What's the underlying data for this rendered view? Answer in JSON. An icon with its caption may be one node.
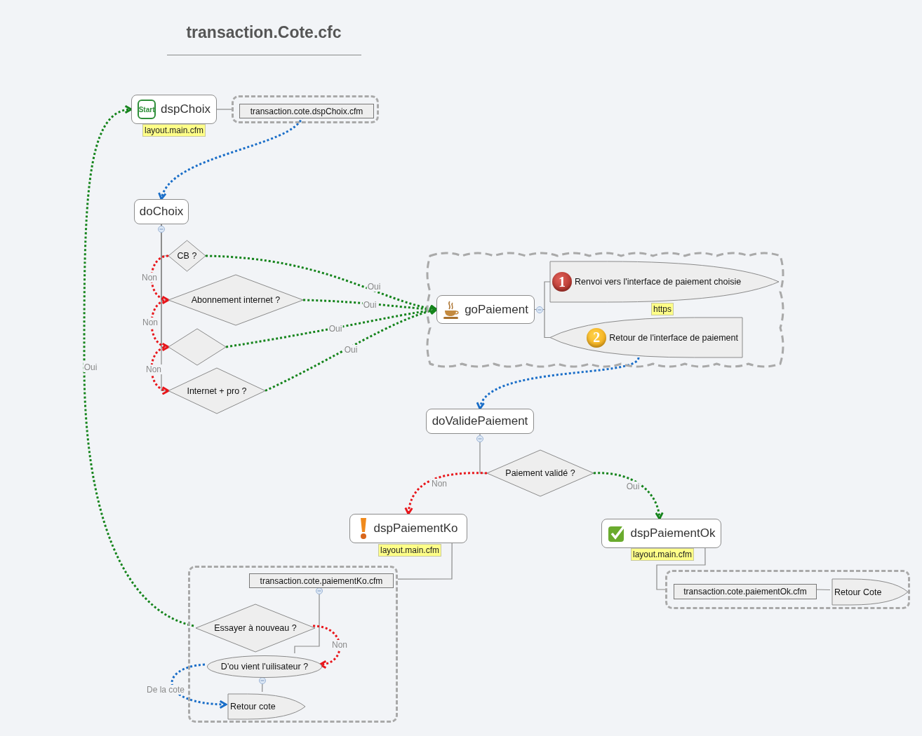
{
  "diagram": {
    "title": "transaction.Cote.cfc",
    "nodes": [
      {
        "text": [
          "Start",
          "dspChoix"
        ],
        "beside": [
          "layout.main.cfm"
        ]
      },
      {
        "text": [],
        "shape": "box"
      },
      {
        "text": [
          "transaction.cote.dspChoix.cfm"
        ],
        "in": 1
      },
      {
        "text": [
          "doChoix"
        ]
      },
      {
        "text": [
          "CB ?"
        ]
      },
      {
        "text": [
          "Abonnement internet ?"
        ]
      },
      {
        "text": [],
        "shape": "diamond"
      },
      {
        "text": [
          "Internet + pro ?"
        ]
      },
      {
        "text": [],
        "shape": "cloud"
      },
      {
        "text": [
          "goPaiement"
        ],
        "in": 8
      },
      {
        "text": [
          "1",
          "Renvoi vers l'interface de paiement choisie"
        ],
        "in": 8,
        "beside": [
          "https"
        ]
      },
      {
        "text": [
          "2",
          "Retour de l'interface de paiement"
        ],
        "in": 8
      },
      {
        "text": [
          "doValidePaiement"
        ]
      },
      {
        "text": [
          "Paiement validé ?"
        ]
      },
      {
        "text": [
          "dspPaiementKo"
        ],
        "beside": [
          "layout.main.cfm"
        ]
      },
      {
        "text": [
          "dspPaiementOk"
        ],
        "beside": [
          "layout.main.cfm"
        ]
      },
      {
        "text": [],
        "shape": "box"
      },
      {
        "text": [
          "transaction.cote.paiementKo.cfm"
        ],
        "in": 16
      },
      {
        "text": [
          "Essayer à nouveau ?"
        ],
        "in": 16
      },
      {
        "text": [
          "D'ou vient l'uilisateur ?"
        ],
        "in": 16
      },
      {
        "text": [
          "Retour cote"
        ],
        "in": 16
      },
      {
        "text": [],
        "shape": "box"
      },
      {
        "text": [
          "transaction.cote.paiementOk.cfm"
        ],
        "in": 21
      },
      {
        "text": [
          "Retour Cote"
        ],
        "in": 21
      }
    ],
    "edges": [
      {
        "from": 0,
        "to": 1,
        "arrow": "none"
      },
      {
        "from": 2,
        "to": 3,
        "arrow": "to",
        "style": "dashed",
        "color": "#1a6ec8"
      },
      {
        "from": 3,
        "to": 4,
        "arrow": "none"
      },
      {
        "from": 3,
        "to": 5,
        "arrow": "none"
      },
      {
        "from": 3,
        "to": 6,
        "arrow": "none"
      },
      {
        "from": 3,
        "to": 7,
        "arrow": "none"
      },
      {
        "from": 4,
        "to": 5,
        "arrow": "to",
        "label": "Non",
        "style": "dashed",
        "color": "#e8161b"
      },
      {
        "from": 5,
        "to": 6,
        "arrow": "to",
        "label": "Non",
        "style": "dashed",
        "color": "#e8161b"
      },
      {
        "from": 6,
        "to": 7,
        "arrow": "to",
        "label": "Non",
        "style": "dashed",
        "color": "#e8161b"
      },
      {
        "from": 4,
        "to": 9,
        "arrow": "to",
        "label": "Oui",
        "style": "dashed",
        "color": "#15841c"
      },
      {
        "from": 5,
        "to": 9,
        "arrow": "to",
        "label": "Oui",
        "style": "dashed",
        "color": "#15841c"
      },
      {
        "from": 6,
        "to": 9,
        "arrow": "to",
        "label": "Oui",
        "style": "dashed",
        "color": "#15841c"
      },
      {
        "from": 7,
        "to": 9,
        "arrow": "to",
        "label": "Oui",
        "style": "dashed",
        "color": "#15841c"
      },
      {
        "from": 9,
        "to": 10,
        "arrow": "none"
      },
      {
        "from": 9,
        "to": 11,
        "arrow": "none"
      },
      {
        "from": 11,
        "to": 12,
        "arrow": "to",
        "style": "dashed",
        "color": "#1a6ec8"
      },
      {
        "from": 12,
        "to": 13,
        "arrow": "none"
      },
      {
        "from": 13,
        "to": 14,
        "arrow": "to",
        "label": "Non",
        "style": "dashed",
        "color": "#e8161b"
      },
      {
        "from": 13,
        "to": 15,
        "arrow": "to",
        "label": "Oui",
        "style": "dashed",
        "color": "#15841c"
      },
      {
        "from": 14,
        "to": 16,
        "arrow": "none"
      },
      {
        "from": 17,
        "to": 19,
        "arrow": "none"
      },
      {
        "from": 18,
        "to": 19,
        "arrow": "to",
        "label": "Non",
        "style": "dashed",
        "color": "#e8161b"
      },
      {
        "from": 18,
        "to": 0,
        "arrow": "to",
        "label": "Oui",
        "style": "dashed",
        "color": "#15841c"
      },
      {
        "from": 19,
        "to": 20,
        "arrow": "none"
      },
      {
        "from": 19,
        "to": 20,
        "arrow": "to",
        "label": "De la cote",
        "style": "dashed",
        "color": "#1a6ec8"
      },
      {
        "from": 15,
        "to": 21,
        "arrow": "none"
      },
      {
        "from": 22,
        "to": 23,
        "arrow": "none"
      }
    ]
  }
}
